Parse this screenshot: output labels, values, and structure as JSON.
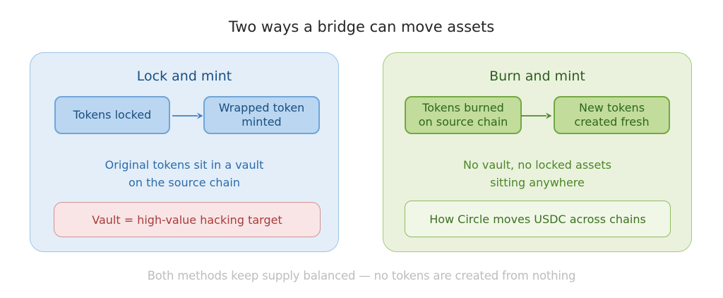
{
  "title": "Two ways a bridge can move assets",
  "panels": {
    "lock_mint": {
      "heading": "Lock and mint",
      "node1": "Tokens locked",
      "node2": "Wrapped token\nminted",
      "body": "Original tokens sit in a vault\non the source chain",
      "warning": "Vault = high-value hacking target"
    },
    "burn_mint": {
      "heading": "Burn and mint",
      "node1": "Tokens burned\non source chain",
      "node2": "New tokens\ncreated fresh",
      "body": "No vault, no locked assets\nsitting anywhere",
      "note": "How Circle moves USDC across chains"
    }
  },
  "footer": "Both methods keep supply balanced — no tokens are created from nothing",
  "colors": {
    "title_text": "#262626",
    "blue_panel_bg": "#e3eef9",
    "blue_panel_border": "#9dc3e6",
    "blue_node_bg": "#bad6f1",
    "blue_node_border": "#71a5d7",
    "blue_heading_text": "#1a4e80",
    "blue_body_text": "#2d6bab",
    "blue_arrow": "#4080c0",
    "warning_bg": "#f9e5e5",
    "warning_border": "#d59292",
    "warning_text": "#a83c3c",
    "green_panel_bg": "#eaf2de",
    "green_panel_border": "#a6c97d",
    "green_node_bg": "#c2dc9b",
    "green_node_border": "#74a843",
    "green_heading_text": "#2e5e1c",
    "green_body_text": "#4c8626",
    "green_arrow": "#4e8c2c",
    "note_bg": "#f1f7e7",
    "note_border": "#90ba5e",
    "note_text": "#3c7022",
    "footer_text": "#bdbdbd"
  }
}
